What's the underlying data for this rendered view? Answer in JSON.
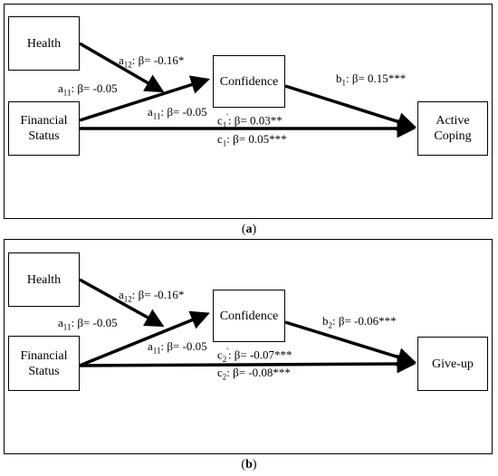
{
  "panels": [
    {
      "caption": "(a)",
      "boxes": {
        "health": "Health",
        "financial": "Financial\nStatus",
        "confidence": "Confidence",
        "outcome": "Active\nCoping"
      },
      "labels": {
        "a12": {
          "pre": "a",
          "sub": "12",
          "post": ": β= -0.16*"
        },
        "a11_left": {
          "pre": "a",
          "sub": "11",
          "post": ": β= -0.05"
        },
        "a11_mid": {
          "pre": "a",
          "sub": "11",
          "post": ": β= -0.05"
        },
        "b": {
          "pre": "b",
          "sub": "1",
          "post": ": β= 0.15***"
        },
        "c_prime": {
          "pre": "c",
          "sub": "1",
          "sup": "'",
          "post": ": β= 0.03**"
        },
        "c": {
          "pre": "c",
          "sub": "1",
          "post": ": β= 0.05***"
        }
      }
    },
    {
      "caption": "(b)",
      "boxes": {
        "health": "Health",
        "financial": "Financial\nStatus",
        "confidence": "Confidence",
        "outcome": "Give-up"
      },
      "labels": {
        "a12": {
          "pre": "a",
          "sub": "12",
          "post": ": β= -0.16*"
        },
        "a11_left": {
          "pre": "a",
          "sub": "11",
          "post": ": β= -0.05"
        },
        "a11_mid": {
          "pre": "a",
          "sub": "11",
          "post": ": β= -0.05"
        },
        "b": {
          "pre": "b",
          "sub": "2",
          "post": ": β= -0.06***"
        },
        "c_prime": {
          "pre": "c",
          "sub": "2",
          "sup": "'",
          "post": ": β= -0.07***"
        },
        "c": {
          "pre": "c",
          "sub": "2",
          "post": ": β= -0.08***"
        }
      }
    }
  ]
}
